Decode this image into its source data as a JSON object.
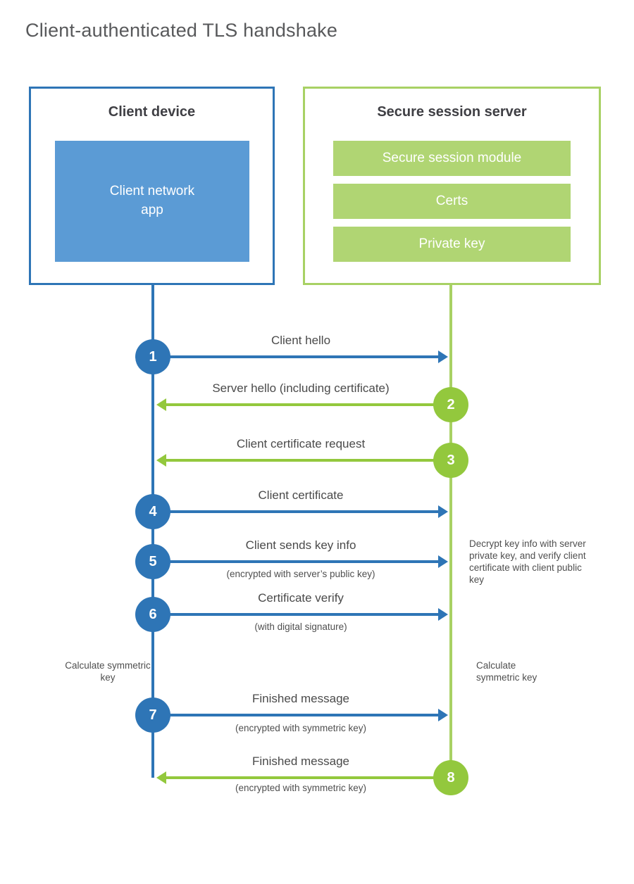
{
  "title": "Client-authenticated TLS handshake",
  "client": {
    "title": "Client device",
    "app_label": "Client network\napp"
  },
  "server": {
    "title": "Secure session server",
    "modules": [
      "Secure session module",
      "Certs",
      "Private key"
    ]
  },
  "messages": [
    {
      "number": "1",
      "from": "client",
      "label": "Client hello",
      "sublabel": ""
    },
    {
      "number": "2",
      "from": "server",
      "label": "Server hello (including certificate)",
      "sublabel": ""
    },
    {
      "number": "3",
      "from": "server",
      "label": "Client certificate request",
      "sublabel": ""
    },
    {
      "number": "4",
      "from": "client",
      "label": "Client certificate",
      "sublabel": ""
    },
    {
      "number": "5",
      "from": "client",
      "label": "Client sends key info",
      "sublabel": "(encrypted with server’s public key)"
    },
    {
      "number": "6",
      "from": "client",
      "label": "Certificate verify",
      "sublabel": "(with digital signature)"
    },
    {
      "number": "7",
      "from": "client",
      "label": "Finished message",
      "sublabel": "(encrypted with symmetric key)"
    },
    {
      "number": "8",
      "from": "server",
      "label": "Finished message",
      "sublabel": "(encrypted with symmetric key)"
    }
  ],
  "annotations": {
    "decrypt_note": "Decrypt key info with server private key, and verify client certificate with client public key",
    "calc_left": "Calculate symmetric key",
    "calc_right": "Calculate symmetric key"
  },
  "colors": {
    "blue": "#2e75b6",
    "blue_fill": "#5b9bd5",
    "green": "#93c83d",
    "green_border": "#a8d164",
    "green_fill": "#b0d573",
    "heading": "#3f3f44",
    "text": "#4a4a4a",
    "subtext": "#4f4f4f",
    "title": "#58595b"
  }
}
